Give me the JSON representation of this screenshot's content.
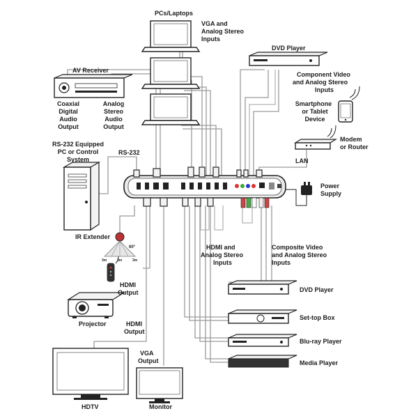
{
  "labels": {
    "pcs_laptops": "PCs/Laptops",
    "vga_analog_in": [
      "VGA and",
      "Analog Stereo",
      "Inputs"
    ],
    "dvd_top": "DVD Player",
    "component_in": [
      "Component Video",
      "and Analog Stereo",
      "Inputs"
    ],
    "av_receiver": "AV Receiver",
    "coax_out": [
      "Coaxial",
      "Digital",
      "Audio",
      "Output"
    ],
    "analog_out": [
      "Analog",
      "Stereo",
      "Audio",
      "Output"
    ],
    "smartphone": [
      "Smartphone",
      "or Tablet",
      "Device"
    ],
    "modem": [
      "Modem",
      "or Router"
    ],
    "rs232_pc": [
      "RS-232 Equipped",
      "PC or Control",
      "System"
    ],
    "rs232": "RS-232",
    "lan": "LAN",
    "power": [
      "Power",
      "Supply"
    ],
    "ir_extender": "IR Extender",
    "angle": "60°",
    "ranges": [
      "3m",
      "3m",
      "3m"
    ],
    "hdmi_analog_in": [
      "HDMI and",
      "Analog Stereo",
      "Inputs"
    ],
    "composite_in": [
      "Composite Video",
      "and Analog Stereo",
      "Inputs"
    ],
    "hdmi_out_1": [
      "HDMI",
      "Output"
    ],
    "projector": "Projector",
    "hdmi_out_2": [
      "HDMI",
      "Output"
    ],
    "vga_out": [
      "VGA",
      "Output"
    ],
    "hdtv": "HDTV",
    "monitor": "Monitor",
    "dvd_bottom": "DVD Player",
    "settop": "Set-top Box",
    "bluray": "Blu-ray Player",
    "media": "Media Player"
  }
}
